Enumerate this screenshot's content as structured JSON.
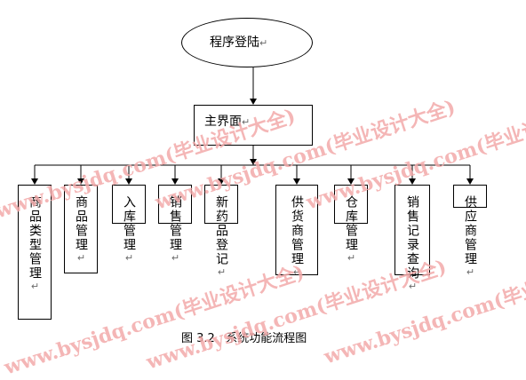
{
  "diagram": {
    "start_node": "程序登陆",
    "main_node": "主界面",
    "modules": [
      "商品类型管理",
      "商品管理",
      "入库管理",
      "销售管理",
      "新药品登记",
      "供货商管理",
      "仓库管理",
      "销售记录查询",
      "供应商管理"
    ],
    "caption": "图 3.2   系统功能流程图",
    "return_mark": "↵"
  },
  "watermark": {
    "text": "www.bysjdq.com(毕业设计大全)",
    "color": "#f3aaaa"
  }
}
